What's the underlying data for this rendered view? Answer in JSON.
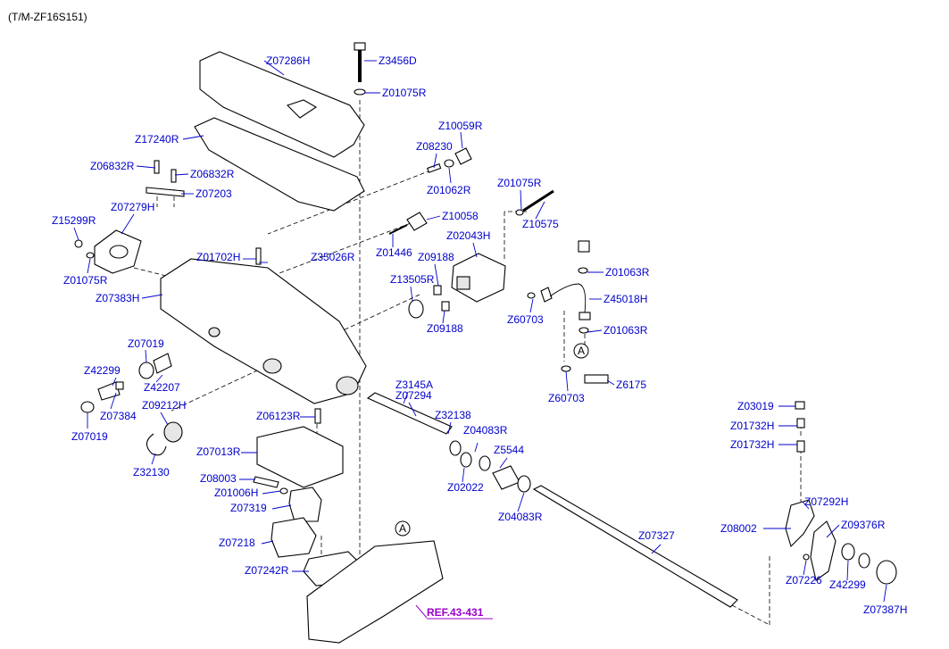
{
  "header": {
    "model_code": "(T/M-ZF16S151)"
  },
  "colors": {
    "label": "#0000cc",
    "reference": "#9900cc",
    "linework": "#000000",
    "background": "#ffffff"
  },
  "labels": [
    "Z07286H",
    "Z3456D",
    "Z01075R",
    "Z10059R",
    "Z17240R",
    "Z08230",
    "Z06832R",
    "Z06832R",
    "Z01062R",
    "Z07203",
    "Z01075R",
    "Z07279H",
    "Z15299R",
    "Z10058",
    "Z10575",
    "Z01446",
    "Z02043H",
    "Z35026R",
    "Z01702H",
    "Z09188",
    "Z01063R",
    "Z01075R",
    "Z13505R",
    "Z45018H",
    "Z07383H",
    "Z60703",
    "Z09188",
    "Z01063R",
    "Z07019",
    "Z42299",
    "Z42207",
    "Z3145A",
    "Z07294",
    "Z60703",
    "Z6175",
    "Z07384",
    "Z09212H",
    "Z32138",
    "Z06123R",
    "Z03019",
    "Z07019",
    "Z04083R",
    "Z01732H",
    "Z5544",
    "Z01732H",
    "Z07013R",
    "Z32130",
    "Z02022",
    "Z08003",
    "Z01006H",
    "Z07292H",
    "Z07319",
    "Z04083R",
    "Z08002",
    "Z09376R",
    "Z07327",
    "Z07218",
    "Z07242R",
    "Z07226",
    "Z42299",
    "Z07387H"
  ],
  "callouts": [
    "A",
    "A"
  ],
  "reference": "REF.43-431"
}
